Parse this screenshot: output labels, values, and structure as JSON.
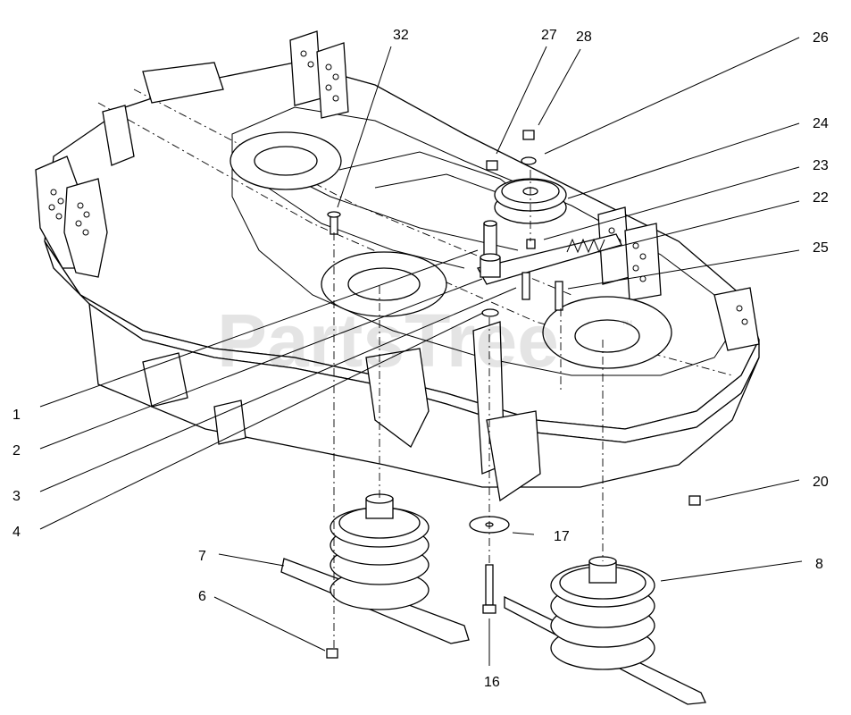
{
  "diagram": {
    "watermark": "PartsTree",
    "trademark": "™",
    "callouts": {
      "c32": "32",
      "c27": "27",
      "c28": "28",
      "c26": "26",
      "c24": "24",
      "c23": "23",
      "c22": "22",
      "c25": "25",
      "c1": "1",
      "c2": "2",
      "c3": "3",
      "c4": "4",
      "c20": "20",
      "c17": "17",
      "c7": "7",
      "c8": "8",
      "c6": "6",
      "c16": "16"
    }
  }
}
